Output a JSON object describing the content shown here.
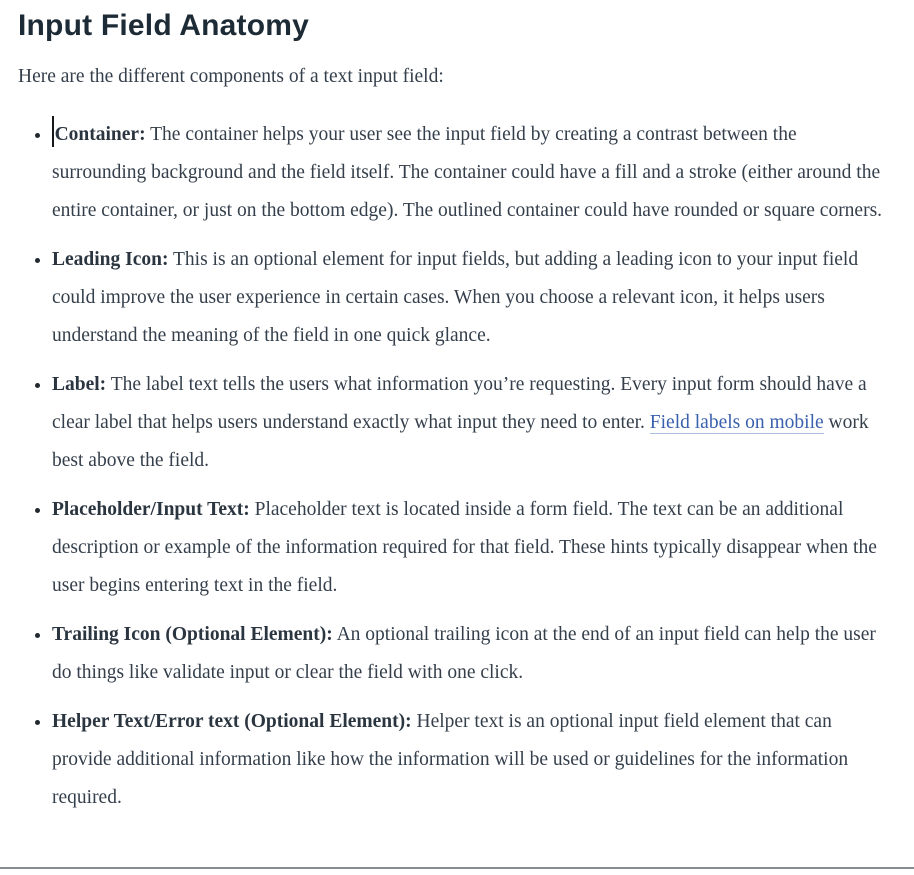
{
  "page": {
    "title": "Input Field Anatomy",
    "intro": "Here are the different components of a text input field:"
  },
  "bullets": [
    {
      "term": "Container:",
      "text": "The container helps your user see the input field by creating a contrast between the surrounding background and the field itself. The container could have a fill and a stroke (either around the entire container, or just on the bottom edge). The outlined container could have rounded or square corners."
    },
    {
      "term": "Leading Icon:",
      "text": "This is an optional element for input fields, but adding a leading icon to your input field could improve the user experience in certain cases. When you choose a relevant icon, it helps users understand the meaning of the field in one quick glance."
    },
    {
      "term": "Label:",
      "text": "The label text tells the users what information you’re requesting. Every input form should have a clear label that helps users understand exactly what input they need to enter.",
      "link_text": "Field labels on mobile",
      "text_after": "work best above the field."
    },
    {
      "term": "Placeholder/Input Text:",
      "text": "Placeholder text is located inside a form field. The text can be an additional description or example of the information required for that field. These hints typically disappear when the user begins entering text in the field."
    },
    {
      "term": "Trailing Icon (Optional Element):",
      "text": "An optional trailing icon at the end of an input field can help the user do things like validate input or clear the field with one click."
    },
    {
      "term": "Helper Text/Error text (Optional Element):",
      "text": "Helper text is an optional input field element that can provide additional information like how the information will be used or guidelines for the information required."
    }
  ],
  "colors": {
    "heading": "#1d2b36",
    "body_text": "#343f4b",
    "link": "#3960ad",
    "bottom_rule": "#878d92",
    "caret": "#15181b"
  }
}
